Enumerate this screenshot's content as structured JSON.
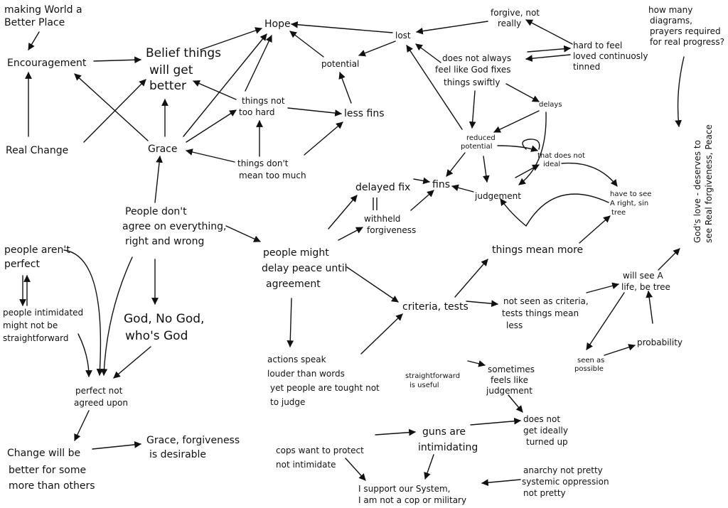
{
  "nodes": {
    "making_world": [
      "making World a",
      "Better Place"
    ],
    "encouragement": [
      "Encouragement"
    ],
    "belief": [
      "Belief things",
      "will get",
      "better"
    ],
    "hope": [
      "Hope"
    ],
    "real_change": [
      "Real Change"
    ],
    "grace": [
      "Grace"
    ],
    "things_not_hard": [
      "things not",
      "too hard"
    ],
    "less_fins": [
      "less fins"
    ],
    "potential": [
      "potential"
    ],
    "lost": [
      "lost"
    ],
    "forgive": [
      "forgive, not",
      "really"
    ],
    "not_god_fixes": [
      "does not always",
      "feel like God fixes",
      "things swiftly"
    ],
    "hard_to_feel": [
      "hard to feel",
      "loved continuosly",
      "tinned"
    ],
    "how_many": [
      "how many",
      "diagrams,",
      "prayers required",
      "for real progress?"
    ],
    "delays": [
      "delays"
    ],
    "reduced": [
      "reduced",
      "potential"
    ],
    "not_ideal": [
      "that does not",
      "ideal"
    ],
    "judgement": [
      "judgement"
    ],
    "have_to_see": [
      "have to see",
      "A right, sin",
      "tree"
    ],
    "fins": [
      "fins"
    ],
    "delayed_fix": [
      "delayed fix"
    ],
    "withheld": [
      "withheld",
      "forgiveness"
    ],
    "things_dont_mean": [
      "things don't",
      "mean too much"
    ],
    "people_dont_agree": [
      "People don't",
      "agree on everything,",
      "right and wrong"
    ],
    "people_delay": [
      "people might",
      "delay peace until",
      "agreement"
    ],
    "gods_love": [
      "God's love - deserves to",
      "see Real forgiveness, Peace"
    ],
    "people_arent": [
      "people aren't",
      "perfect"
    ],
    "intimidated": [
      "people intimidated",
      "might not be",
      "straightforward"
    ],
    "god_no_god": [
      "God, No God,",
      "who's God"
    ],
    "things_mean_more": [
      "things mean more"
    ],
    "criteria": [
      "criteria, tests"
    ],
    "not_seen_criteria": [
      "not seen as criteria,",
      "tests things mean",
      "less"
    ],
    "will_see_life": [
      "will see A",
      "life, be tree"
    ],
    "actions": [
      "actions speak",
      "louder than words",
      "yet people are tought not",
      "to judge"
    ],
    "perfect_not": [
      "perfect not",
      "agreed upon"
    ],
    "seen_possible": [
      "seen as",
      "possible"
    ],
    "probability": [
      "probability"
    ],
    "straightforward": [
      "straightforward",
      "is useful"
    ],
    "sometimes_judgement": [
      "sometimes",
      "feels like",
      "judgement"
    ],
    "change_better": [
      "Change will be",
      "better for some",
      "more than others"
    ],
    "grace_forgiveness": [
      "Grace, forgiveness",
      "is desirable"
    ],
    "cops": [
      "cops want to protect",
      "not intimidate"
    ],
    "guns": [
      "guns are",
      "intimidating"
    ],
    "not_turned_up": [
      "does not",
      "get ideally",
      "turned up"
    ],
    "support_system": [
      "I support our System,",
      "I am not a cop or military"
    ],
    "anarchy": [
      "anarchy not pretty",
      "systemic oppression",
      "not pretty"
    ]
  }
}
